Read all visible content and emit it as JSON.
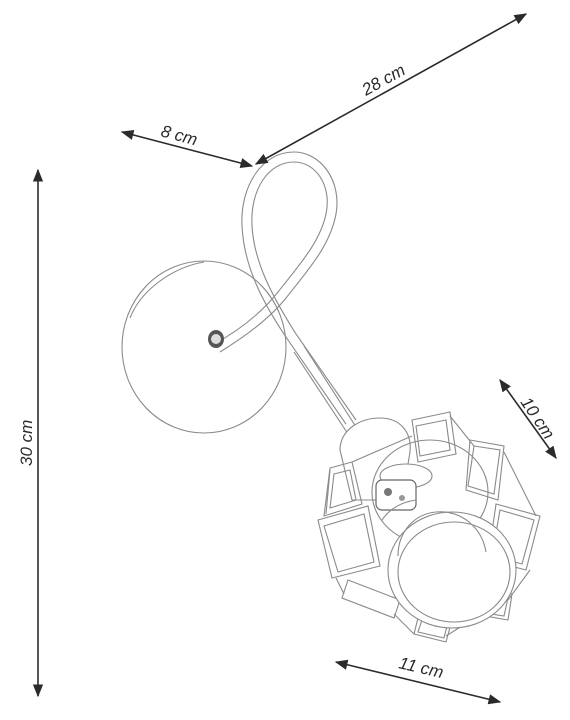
{
  "dimensions": {
    "width_top": "28 cm",
    "depth_top": "8 cm",
    "height": "30 cm",
    "shade_depth": "10 cm",
    "shade_width": "11 cm"
  }
}
